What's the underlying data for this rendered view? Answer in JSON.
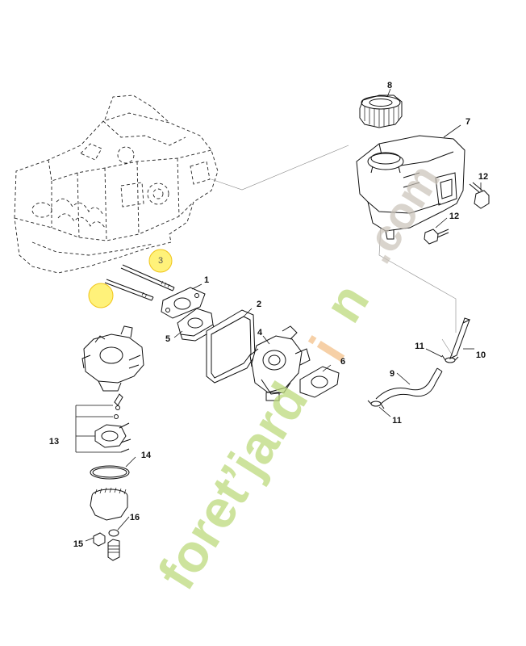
{
  "callouts": {
    "c1": "1",
    "c2": "2",
    "c3": "3",
    "c4": "4",
    "c5": "5",
    "c6": "6",
    "c7": "7",
    "c8": "8",
    "c9": "9",
    "c10": "10",
    "c11a": "11",
    "c11b": "11",
    "c12a": "12",
    "c12b": "12",
    "c13": "13",
    "c14": "14",
    "c15": "15",
    "c16": "16"
  },
  "colors": {
    "highlight": "#fff27a",
    "highlight_ring": "#f0c419",
    "watermark_green": "#bcd97c",
    "watermark_orange": "#f3c08a",
    "watermark_gray": "#c9c2b8",
    "lines": "#111111"
  }
}
